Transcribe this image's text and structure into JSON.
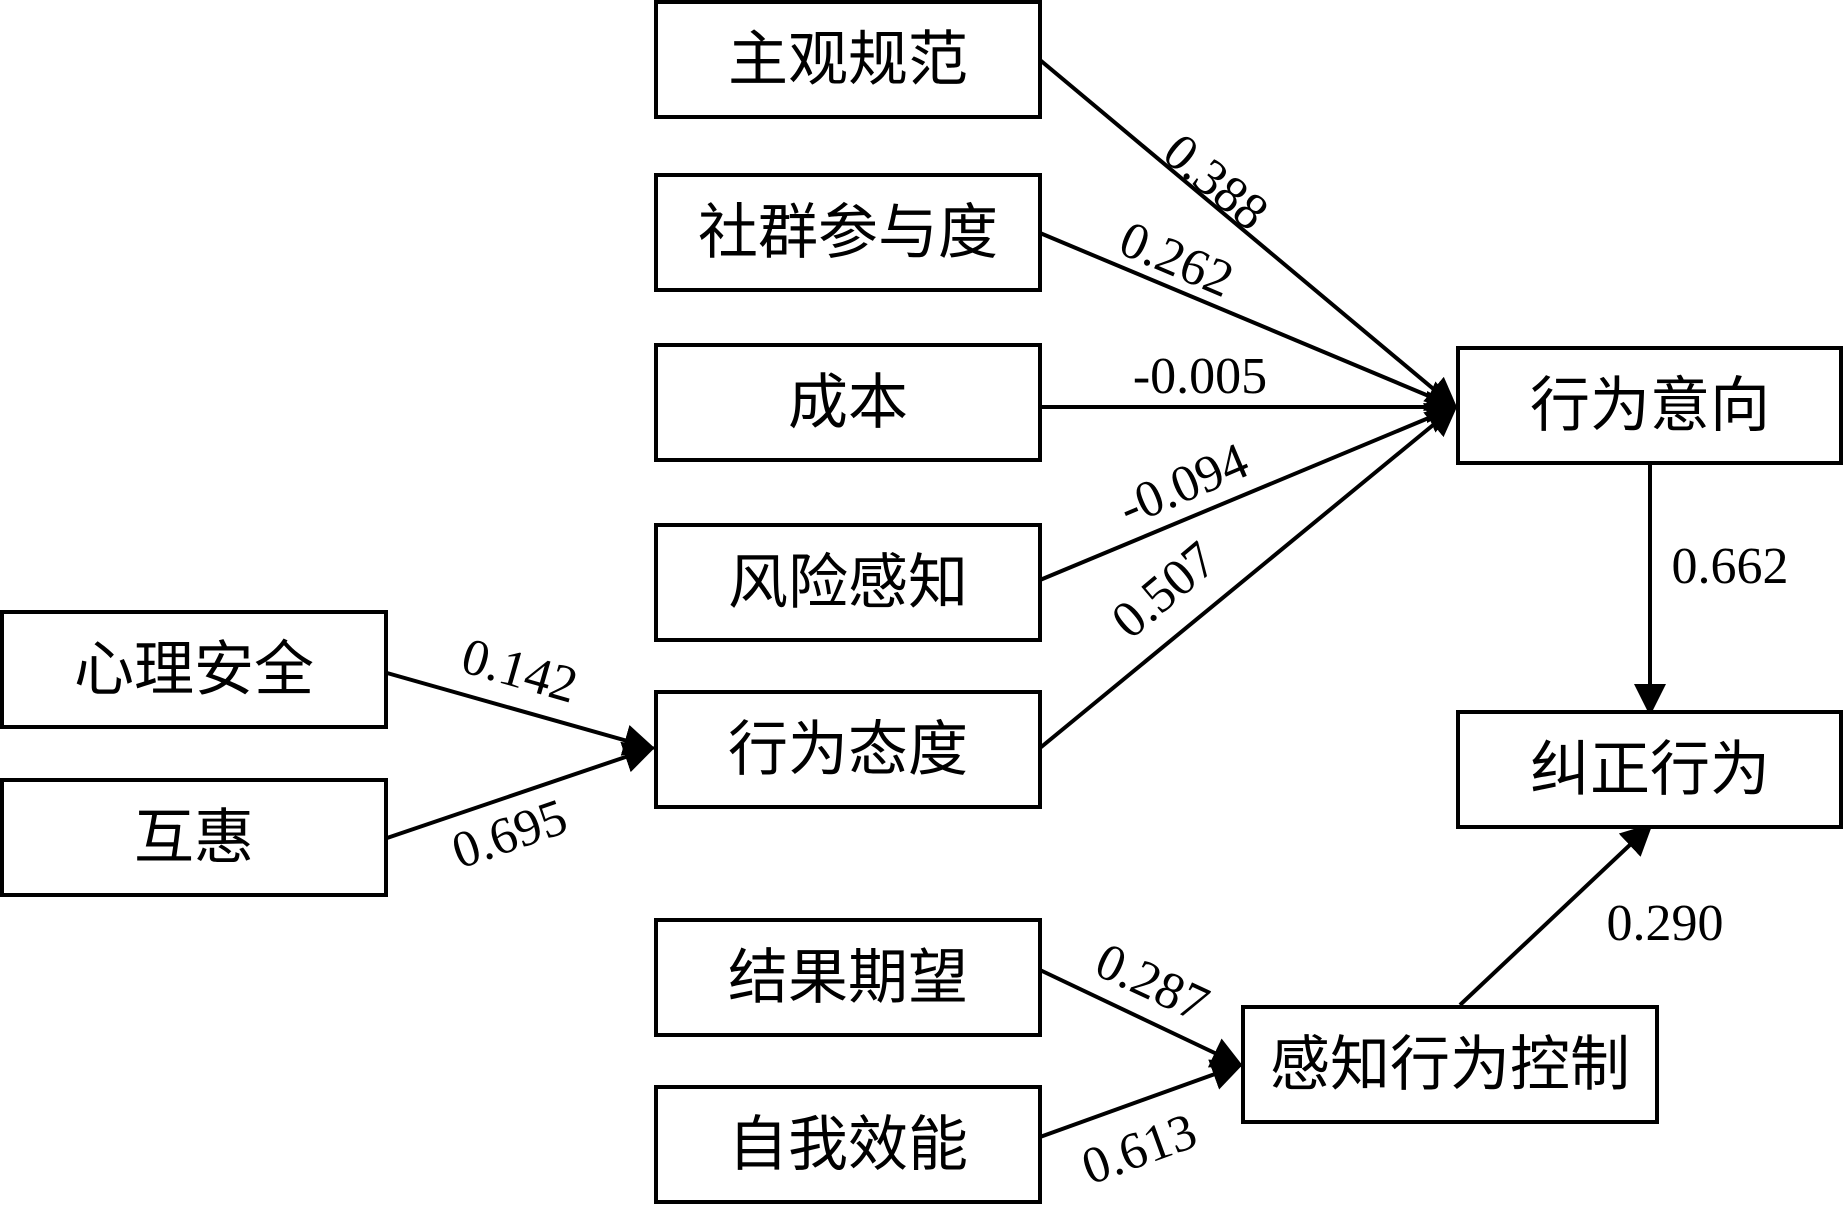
{
  "diagram": {
    "colors": {
      "stroke": "#000000",
      "text": "#000000",
      "background": "#ffffff"
    },
    "nodes": {
      "subjective_norm": "主观规范",
      "community_participation": "社群参与度",
      "cost": "成本",
      "risk_perception": "风险感知",
      "psychological_safety": "心理安全",
      "reciprocity": "互惠",
      "behavior_attitude": "行为态度",
      "behavior_intention": "行为意向",
      "correction_behavior": "纠正行为",
      "outcome_expectation": "结果期望",
      "self_efficacy": "自我效能",
      "perceived_behavior_control": "感知行为控制"
    },
    "edges": [
      {
        "from": "subjective_norm",
        "to": "behavior_intention",
        "coefficient": "0.388"
      },
      {
        "from": "community_participation",
        "to": "behavior_intention",
        "coefficient": "0.262"
      },
      {
        "from": "cost",
        "to": "behavior_intention",
        "coefficient": "-0.005"
      },
      {
        "from": "risk_perception",
        "to": "behavior_intention",
        "coefficient": "-0.094"
      },
      {
        "from": "behavior_attitude",
        "to": "behavior_intention",
        "coefficient": "0.507"
      },
      {
        "from": "psychological_safety",
        "to": "behavior_attitude",
        "coefficient": "0.142"
      },
      {
        "from": "reciprocity",
        "to": "behavior_attitude",
        "coefficient": "0.695"
      },
      {
        "from": "behavior_intention",
        "to": "correction_behavior",
        "coefficient": "0.662"
      },
      {
        "from": "perceived_behavior_control",
        "to": "correction_behavior",
        "coefficient": "0.290"
      },
      {
        "from": "outcome_expectation",
        "to": "perceived_behavior_control",
        "coefficient": "0.287"
      },
      {
        "from": "self_efficacy",
        "to": "perceived_behavior_control",
        "coefficient": "0.613"
      }
    ]
  }
}
